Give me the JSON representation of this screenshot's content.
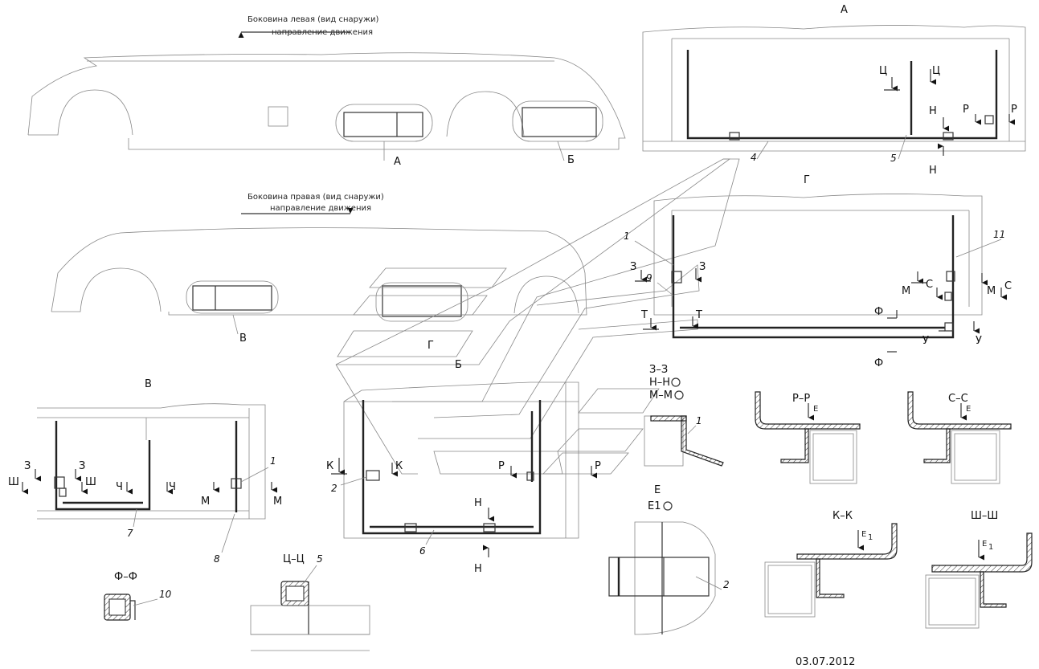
{
  "captions": {
    "left_side": "Боковина левая (вид снаружи)",
    "right_side": "Боковина правая (вид снаружи)",
    "direction": "направление движения"
  },
  "views": {
    "A": "А",
    "B": "Б",
    "V": "В",
    "G": "Г",
    "E": "Е",
    "E1": "Е1"
  },
  "sections": {
    "pp": "Р–Р",
    "ss": "С–С",
    "kk": "К–К",
    "shsh": "Ш–Ш",
    "ff": "Ф–Ф",
    "tsts": "Ц–Ц",
    "zz": "З–З",
    "nn": "Н–Н",
    "mm": "М–М"
  },
  "letters": {
    "ts": "Ц",
    "n": "Н",
    "r": "Р",
    "z": "З",
    "m": "М",
    "s": "С",
    "t": "Т",
    "f": "Ф",
    "u": "У",
    "k": "К",
    "sh": "Ш",
    "ch": "Ч",
    "e": "Е",
    "e1": "Е"
  },
  "subscript_one": "1",
  "positions": {
    "p1": "1",
    "p2": "2",
    "p4": "4",
    "p5": "5",
    "p6": "6",
    "p7": "7",
    "p8": "8",
    "p9": "9",
    "p10": "10",
    "p11": "11"
  },
  "date": "03.07.2012"
}
